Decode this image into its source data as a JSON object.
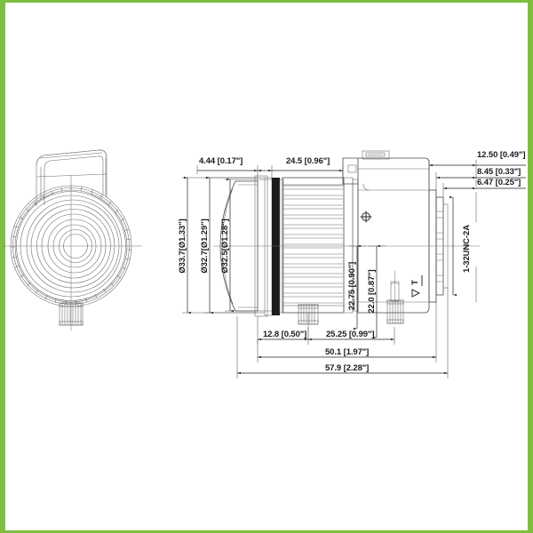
{
  "document": {
    "title": "Lens Dimensional Drawing",
    "views": {
      "front": "front-view",
      "side": "side-view"
    },
    "border_color": "#7ebf42",
    "line_color": "#2b2b2b"
  },
  "dimensions": {
    "top": [
      {
        "id": "dim-4-44",
        "label": "4.44 [0.17\"]"
      },
      {
        "id": "dim-24-5",
        "label": "24.5 [0.96\"]"
      }
    ],
    "right": [
      {
        "id": "dim-12-50",
        "label": "12.50 [0.49\"]"
      },
      {
        "id": "dim-8-45",
        "label": "8.45 [0.33\"]"
      },
      {
        "id": "dim-6-47",
        "label": "6.47 [0.25\"]"
      }
    ],
    "left_vertical": [
      {
        "id": "dim-dia-33-7",
        "label": "Ø33.7[Ø1.33\"]"
      },
      {
        "id": "dim-dia-32-7",
        "label": "Ø32.7[Ø1.29\"]"
      },
      {
        "id": "dim-dia-32-5",
        "label": "Ø32.5[Ø1.28\"]"
      }
    ],
    "mid_vertical": [
      {
        "id": "dim-22-75",
        "label": "22.75 [0.90\"]"
      },
      {
        "id": "dim-22-0",
        "label": "22.0 [0.87\"]"
      }
    ],
    "bottom": [
      {
        "id": "dim-12-8",
        "label": "12.8 [0.50\"]"
      },
      {
        "id": "dim-25-25",
        "label": "25.25 [0.99\"]"
      },
      {
        "id": "dim-50-1",
        "label": "50.1 [1.97\"]"
      },
      {
        "id": "dim-57-9",
        "label": "57.9 [2.28\"]"
      }
    ],
    "thread_note": {
      "id": "note-thread",
      "label": "1-32UNC-2A"
    },
    "marker": {
      "id": "marker-t",
      "label": "T"
    }
  }
}
